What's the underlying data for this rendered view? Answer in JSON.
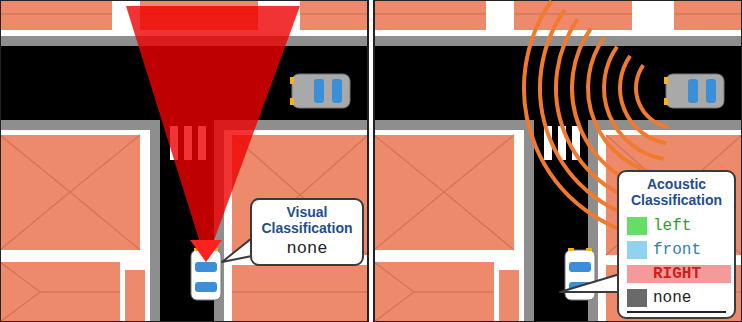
{
  "diagram": {
    "nodes": [
      {
        "text": [
          "Visual Classification",
          "none"
        ]
      },
      {
        "text": [
          "Acoustic Classification"
        ]
      }
    ],
    "legend": [
      {
        "text": "left",
        "color": "#66dd66"
      },
      {
        "text": "front",
        "color": "#8fd3f0"
      },
      {
        "text": "RIGHT",
        "color": "#f49a9a"
      },
      {
        "text": "none",
        "color": "#6a6a6a"
      }
    ]
  }
}
